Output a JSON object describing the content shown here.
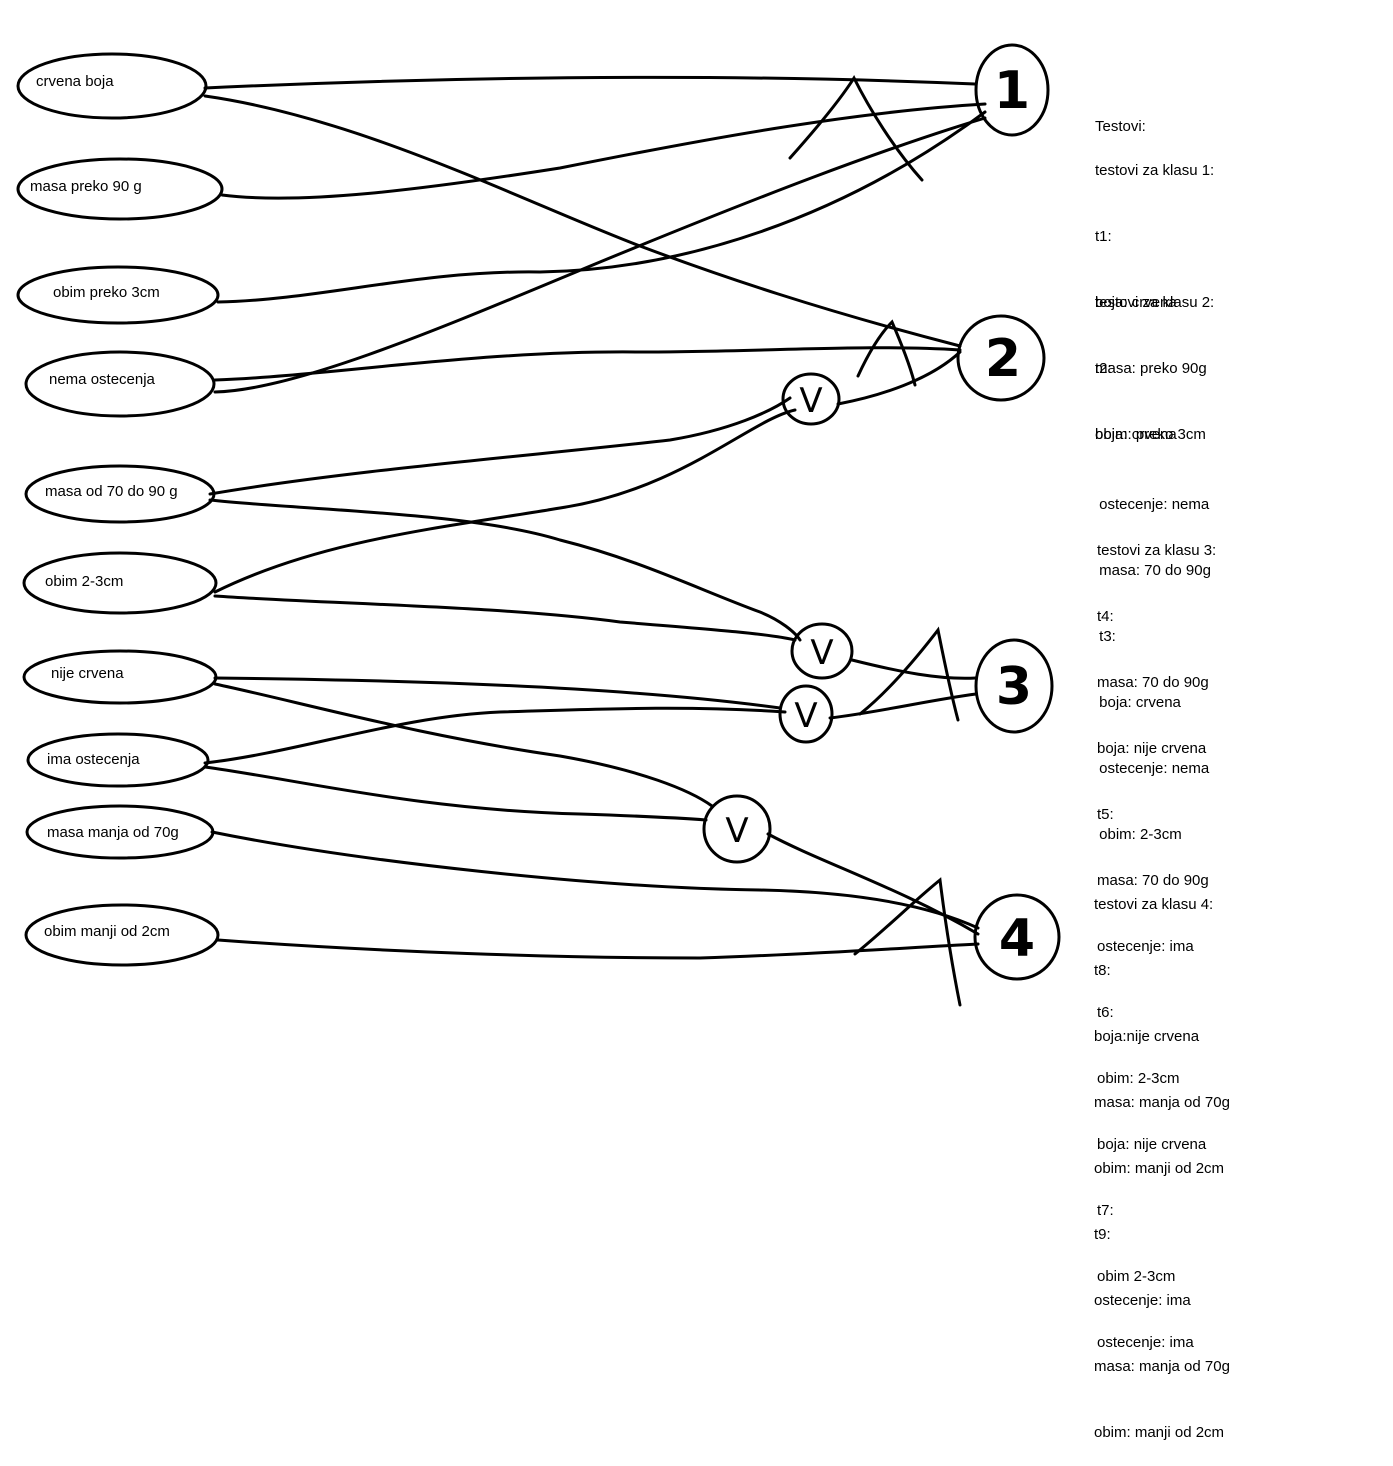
{
  "features": [
    {
      "id": "f1",
      "label": "crvena boja"
    },
    {
      "id": "f2",
      "label": "masa preko 90  g"
    },
    {
      "id": "f3",
      "label": "obim preko 3cm"
    },
    {
      "id": "f4",
      "label": "nema ostecenja"
    },
    {
      "id": "f5",
      "label": "masa od 70 do 90  g"
    },
    {
      "id": "f6",
      "label": "obim 2-3cm"
    },
    {
      "id": "f7",
      "label": "nije crvena"
    },
    {
      "id": "f8",
      "label": "ima ostecenja"
    },
    {
      "id": "f9",
      "label": "masa manja od 70g"
    },
    {
      "id": "f10",
      "label": "obim manji od 2cm"
    }
  ],
  "classes": [
    {
      "id": "c1",
      "label": "1"
    },
    {
      "id": "c2",
      "label": "2"
    },
    {
      "id": "c3",
      "label": "3"
    },
    {
      "id": "c4",
      "label": "4"
    }
  ],
  "operators": [
    {
      "id": "v1",
      "label": "V"
    },
    {
      "id": "v2",
      "label": "V"
    },
    {
      "id": "v3",
      "label": "V"
    },
    {
      "id": "v4",
      "label": "V"
    }
  ],
  "and_gates": [
    {
      "id": "a1",
      "label": "Λ"
    },
    {
      "id": "a2",
      "label": "Λ"
    },
    {
      "id": "a3",
      "label": "Λ"
    },
    {
      "id": "a4",
      "label": "Λ"
    }
  ],
  "notes": {
    "title": "Testovi:",
    "groups": [
      {
        "lines": [
          "testovi za klasu 1:",
          "t1:",
          "boja: crvena",
          "masa: preko 90g",
          "obim: preko 3cm"
        ]
      },
      {
        "lines": [
          "testovi za klasu 2:",
          "t2:",
          "boja: crvena",
          " ostecenje: nema",
          " masa: 70 do 90g",
          " t3:",
          " boja: crvena",
          " ostecenje: nema",
          " obim: 2-3cm"
        ]
      },
      {
        "lines": [
          "testovi za klasu 3:",
          "t4:",
          "masa: 70 do 90g",
          "boja: nije crvena",
          "t5:",
          "masa: 70 do 90g",
          "ostecenje: ima",
          "t6:",
          "obim: 2-3cm",
          "boja: nije crvena",
          "t7:",
          "obim 2-3cm",
          "ostecenje: ima"
        ]
      },
      {
        "lines": [
          "testovi za klasu 4:",
          "t8:",
          "boja:nije crvena",
          "masa: manja od 70g",
          "obim: manji od 2cm",
          "t9:",
          "ostecenje: ima",
          "masa: manja od 70g",
          "obim: manji od 2cm"
        ]
      }
    ]
  }
}
